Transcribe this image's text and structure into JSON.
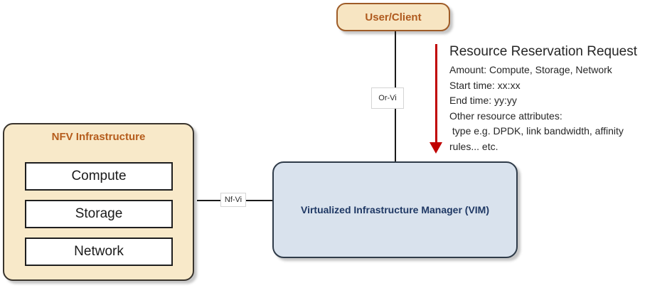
{
  "diagram": {
    "user_client": {
      "label": "User/Client"
    },
    "nfv_infrastructure": {
      "title": "NFV Infrastructure",
      "components": [
        "Compute",
        "Storage",
        "Network"
      ]
    },
    "vim": {
      "label": "Virtualized Infrastructure Manager (VIM)"
    },
    "connectors": {
      "or_vi": "Or-Vi",
      "nf_vi": "Nf-Vi"
    },
    "annotation": {
      "title": "Resource Reservation Request",
      "lines": [
        "Amount: Compute, Storage, Network",
        "Start time: xx:xx",
        "End time: yy:yy",
        "Other resource attributes:",
        " type e.g. DPDK, link bandwidth, affinity",
        "rules... etc."
      ]
    },
    "colors": {
      "tan_fill": "#f7e5c2",
      "tan_border": "#9e5c28",
      "brown_text": "#af5a1e",
      "vim_fill": "#d9e2ed",
      "vim_text": "#1f3864",
      "arrow_red": "#c00000",
      "line_black": "#1a1a1a",
      "annotation_text": "#262626"
    }
  }
}
